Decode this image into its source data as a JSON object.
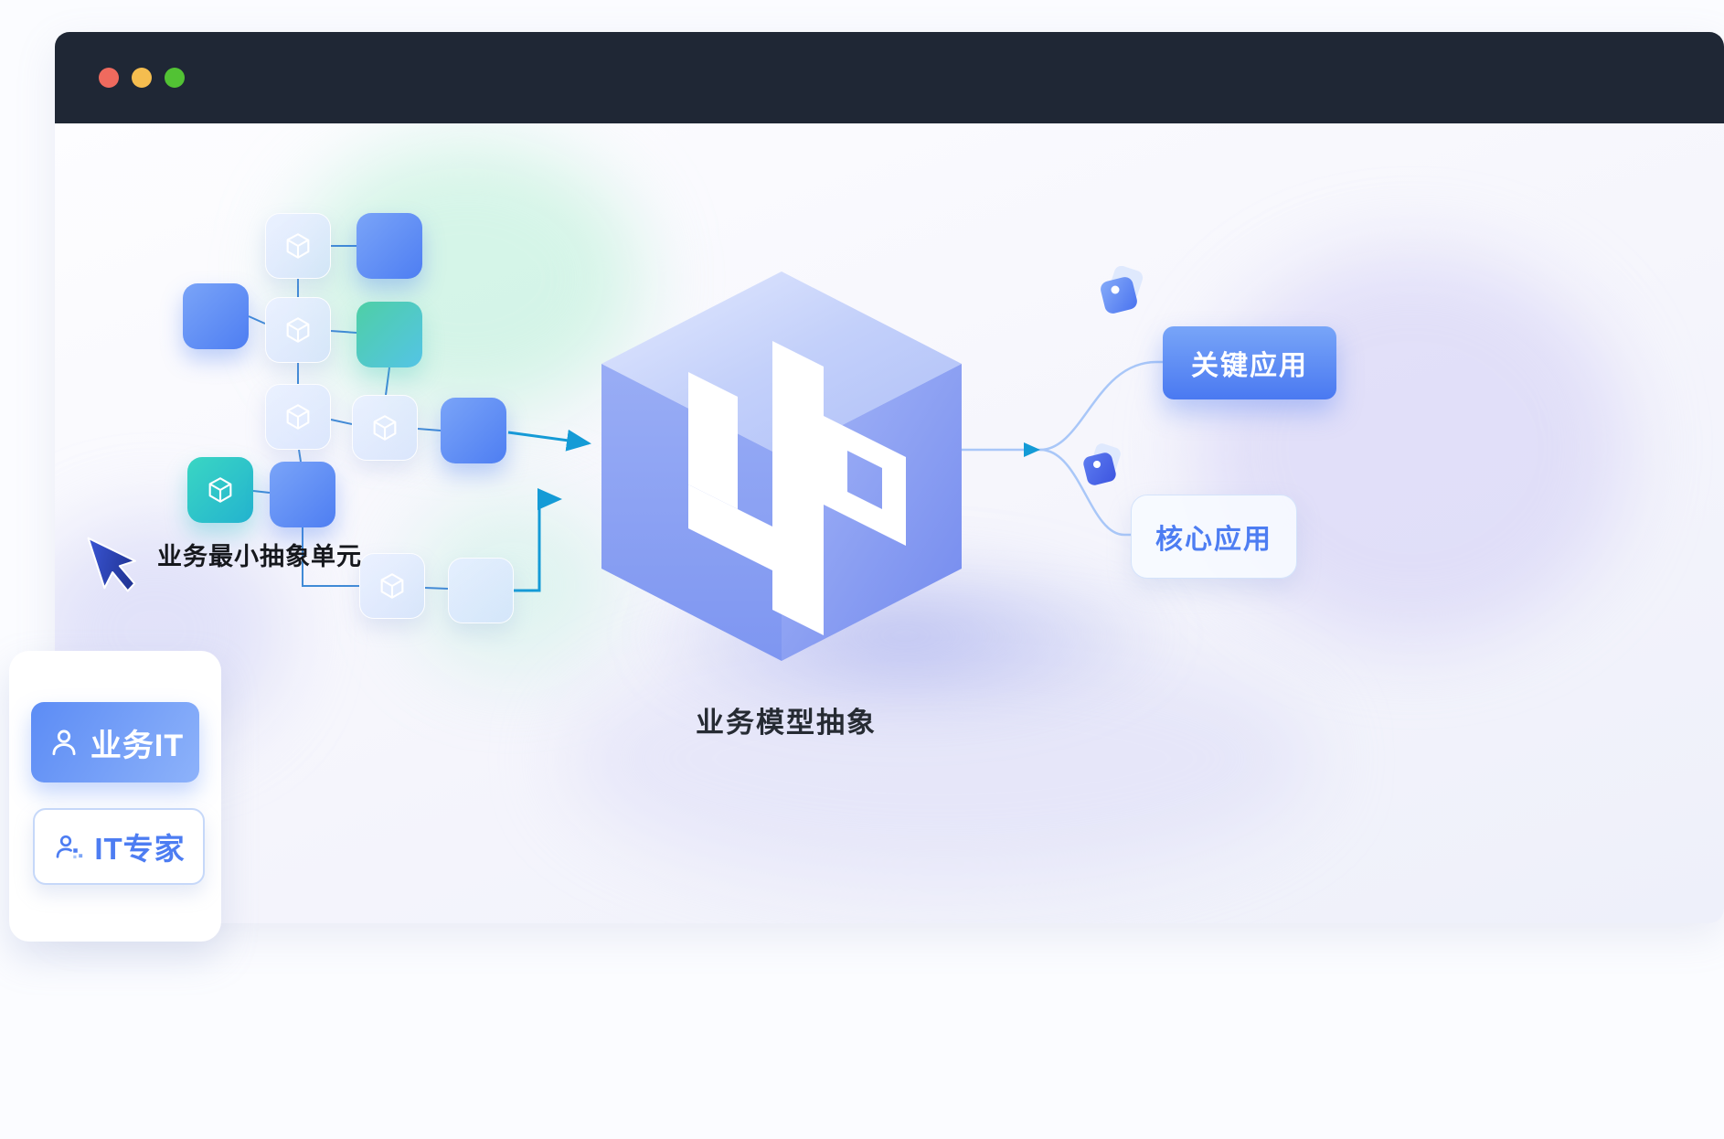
{
  "window": {
    "traffic_lights": {
      "close": "#ef6a5e",
      "minimize": "#f5bd4f",
      "zoom": "#52c234"
    }
  },
  "diagram": {
    "unit_caption": "业务最小抽象单元",
    "center_caption": "业务模型抽象",
    "outputs": {
      "key_app": "关键应用",
      "core_app": "核心应用"
    },
    "roles": {
      "business_it": "业务IT",
      "it_expert": "IT专家"
    }
  },
  "icons": {
    "unit_nodes": "box-3d-icon",
    "pointer": "cursor-arrow-icon",
    "key_app": "tag-icon",
    "core_app": "tag-icon",
    "business_it": "person-icon",
    "it_expert": "person-data-icon"
  },
  "colors": {
    "titlebar": "#1f2735",
    "accent_blue": "#4d7df2",
    "node_solid": "#4e7ef2",
    "node_teal": "#23b3cf",
    "node_green": "#4ecfa5",
    "arrow_teal": "#149bd6",
    "link_light": "#a9c7f8",
    "cube_face": "#8aa0f3"
  }
}
